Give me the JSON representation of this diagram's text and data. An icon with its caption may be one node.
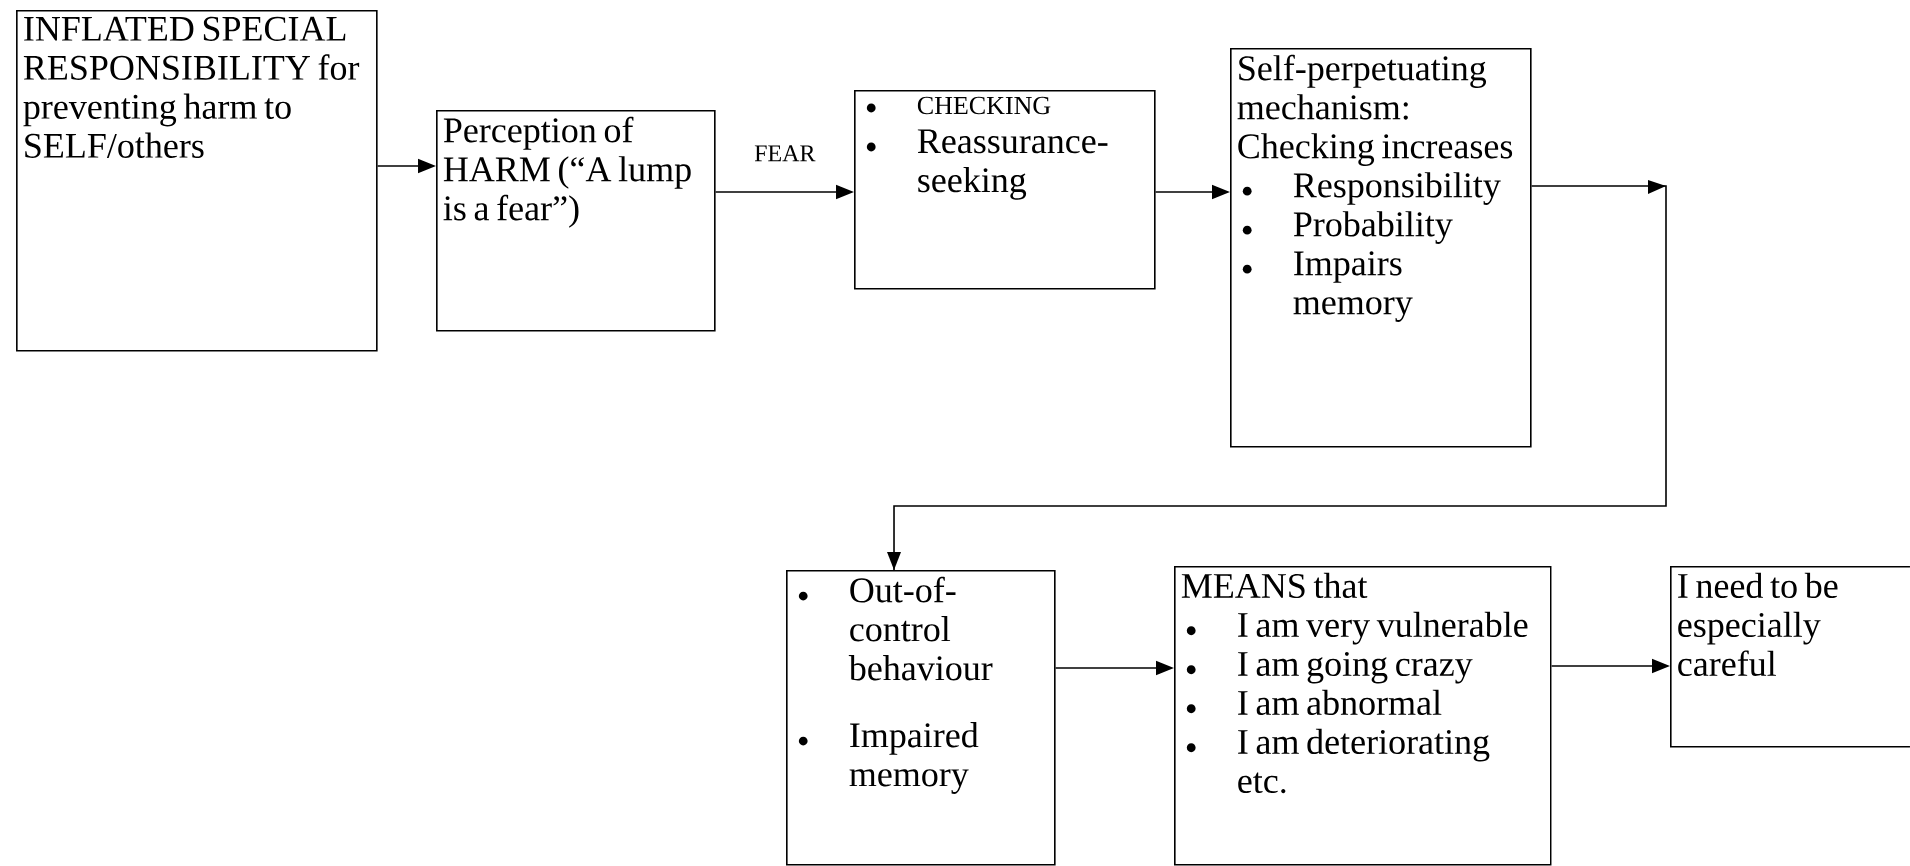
{
  "diagram": {
    "nodes": [
      {
        "text": [
          "INFLATED SPECIAL RESPONSIBILITY for preventing harm to SELF/others"
        ]
      },
      {
        "text": [
          "Perception of HARM (“A lump is a fear”)"
        ]
      },
      {
        "text": [
          "CHECKING",
          "Reassurance-seeking"
        ]
      },
      {
        "text": [
          "Self-perpetuating mechanism: Checking increases",
          "Responsibility",
          "Probability",
          "Impairs memory"
        ]
      },
      {
        "text": [
          "Out-of-control behaviour",
          "Impaired memory"
        ]
      },
      {
        "text": [
          "MEANS that",
          "I am very vulnerable",
          "I am going crazy",
          "I am abnormal",
          "I am deteriorating etc."
        ]
      },
      {
        "text": [
          "I need to be especially careful"
        ]
      }
    ],
    "edges": [
      {
        "from": 0,
        "to": 1,
        "arrow": "to"
      },
      {
        "from": 1,
        "to": 2,
        "arrow": "to",
        "label": "FEAR"
      },
      {
        "from": 2,
        "to": 3,
        "arrow": "to"
      },
      {
        "from": 3,
        "to": 4,
        "arrow": "to"
      },
      {
        "from": 4,
        "to": 5,
        "arrow": "to"
      },
      {
        "from": 5,
        "to": 6,
        "arrow": "to"
      }
    ]
  }
}
